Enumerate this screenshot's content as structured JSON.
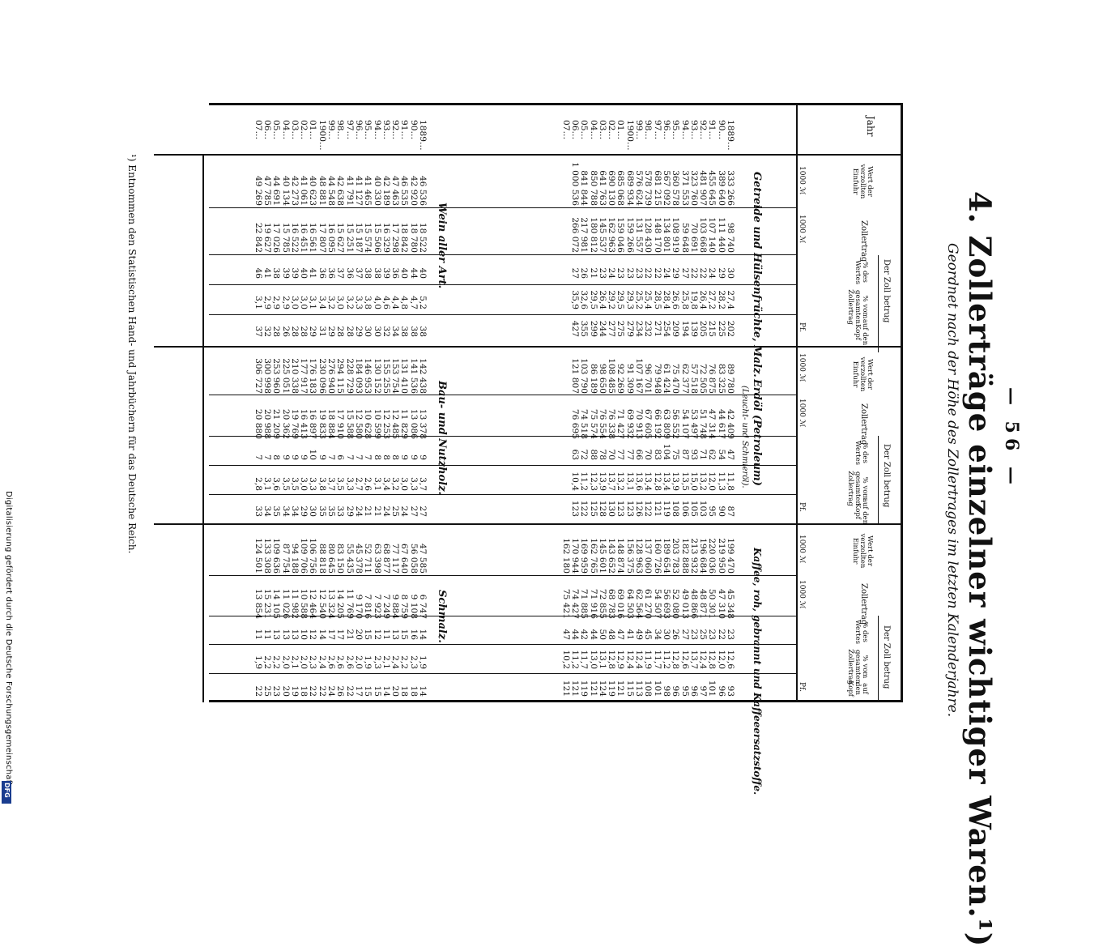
{
  "page_number": "— 56 —",
  "title": "4. Zollerträge einzelner wichtiger Waren.¹)",
  "subtitle": "Geordnet nach der Höhe des Zollertrages im letzten Kalenderjahre.",
  "header": {
    "year_label": "Jahr",
    "value_label": "Wert der verzollten Einfuhr",
    "duty_label": "Zollertrag",
    "duty_group_label": "Der Zoll betrug",
    "pct_value_label": "% des Wertes",
    "pct_total_label": "% vom gesamten Zollertrag",
    "per_head_label": "auf den Kopf",
    "unit_mark": "1000 ℳ",
    "unit_pf": "Pf."
  },
  "years_top": [
    "1889…",
    "90…",
    "91…",
    "92…",
    "93…",
    "94…",
    "95…",
    "96…",
    "97…",
    "98…",
    "99…",
    "1900…",
    "01…",
    "02…",
    "03…",
    "04…",
    "05…",
    "06…",
    "07…"
  ],
  "years_bottom": [
    "1889…",
    "90…",
    "91…",
    "92…",
    "93…",
    "94…",
    "95…",
    "96…",
    "97…",
    "98…",
    "99…",
    "1900…",
    "01…",
    "02…",
    "03…",
    "04…",
    "05…",
    "06…",
    "07…"
  ],
  "sections": {
    "getreide": {
      "label": "Getreide und Hülsenfrüchte, Malz.",
      "value": [
        "333 266",
        "389 640",
        "455 645",
        "481 907",
        "323 760",
        "371 553",
        "360 578",
        "567 092",
        "681 215",
        "578 739",
        "576 624",
        "689 934",
        "685 068",
        "690 130",
        "641 763",
        "850 788",
        "841 844",
        "1 000 536",
        "–"
      ],
      "duty": [
        "98 740",
        "111 440",
        "107 140",
        "103 668",
        "70 691",
        "59 648",
        "108 919",
        "134 801",
        "148 170",
        "128 430",
        "131 557",
        "159 266",
        "159 046",
        "162 963",
        "145 537",
        "180 812",
        "217 981",
        "266 072",
        "–"
      ],
      "pct_value": [
        "30",
        "29",
        "24",
        "22",
        "22",
        "27",
        "29",
        "24",
        "22",
        "22",
        "23",
        "23",
        "23",
        "24",
        "23",
        "21",
        "26",
        "27",
        "–"
      ],
      "pct_total": [
        "27,4",
        "28,2",
        "27,2",
        "26,4",
        "19,8",
        "25,8",
        "26,6",
        "28,4",
        "28,5",
        "25,4",
        "25,2",
        "29,3",
        "29,5",
        "29,2",
        "26,4",
        "29,5",
        "32,6",
        "35,9",
        "–"
      ],
      "per_head": [
        "202",
        "225",
        "215",
        "205",
        "139",
        "194",
        "209",
        "254",
        "271",
        "232",
        "234",
        "279",
        "275",
        "277",
        "244",
        "299",
        "355",
        "427",
        "–"
      ]
    },
    "erdoel": {
      "label": "Erdöl (Petroleum)",
      "sub": "(Leucht- und Schmieröl).",
      "value": [
        "89 780",
        "83 325",
        "76 875",
        "72 505",
        "57 518",
        "62 377",
        "75 470",
        "61 424",
        "79 948",
        "96 701",
        "107 167",
        "91 309",
        "92 269",
        "108 485",
        "98 650",
        "86 189",
        "103 790",
        "121 807",
        "–"
      ],
      "duty": [
        "42 409",
        "44 617",
        "47 314",
        "51 748",
        "53 497",
        "54 107",
        "56 552",
        "63 809",
        "66 192",
        "67 605",
        "70 913",
        "69 932",
        "71 427",
        "76 338",
        "76 554",
        "75 574",
        "74 518",
        "76 695",
        "–"
      ],
      "pct_value": [
        "47",
        "54",
        "62",
        "71",
        "93",
        "87",
        "75",
        "104",
        "83",
        "70",
        "66",
        "77",
        "77",
        "70",
        "78",
        "88",
        "72",
        "63",
        "–"
      ],
      "pct_total": [
        "11,8",
        "11,3",
        "12,0",
        "13,2",
        "15,0",
        "13,5",
        "13,9",
        "13,4",
        "12,8",
        "13,4",
        "13,6",
        "13,1",
        "13,2",
        "13,7",
        "13,9",
        "12,3",
        "11,2",
        "10,4",
        "–"
      ],
      "per_head": [
        "87",
        "90",
        "95",
        "103",
        "105",
        "106",
        "108",
        "119",
        "121",
        "122",
        "126",
        "123",
        "123",
        "130",
        "128",
        "125",
        "122",
        "123",
        "–"
      ]
    },
    "kaffee": {
      "label": "Kaffee, roh, gebrannt und Kaffeeersatzstoffe.",
      "value": [
        "199 470",
        "219 950",
        "220 036",
        "196 684",
        "213 932",
        "182 888",
        "203 783",
        "189 654",
        "160 726",
        "137 060",
        "128 963",
        "156 375",
        "148 874",
        "143 652",
        "145 601",
        "162 765",
        "169 959",
        "170 944",
        "162 180"
      ],
      "duty": [
        "45 348",
        "47 310",
        "50 301",
        "48 871",
        "48 866",
        "49 013",
        "52 080",
        "56 693",
        "54 507",
        "61 270",
        "62 564",
        "64 503",
        "69 016",
        "68 783",
        "72 855",
        "71 916",
        "71 885",
        "74 427",
        "75 421"
      ],
      "pct_value": [
        "23",
        "22",
        "23",
        "25",
        "23",
        "27",
        "26",
        "30",
        "34",
        "45",
        "49",
        "41",
        "47",
        "48",
        "50",
        "44",
        "42",
        "44",
        "47"
      ],
      "pct_total": [
        "12,6",
        "12,0",
        "12,8",
        "12,4",
        "13,7",
        "12,6",
        "12,8",
        "11,2",
        "11,7",
        "11,9",
        "12,4",
        "12,4",
        "12,9",
        "12,8",
        "13,1",
        "13,0",
        "11,7",
        "11,2",
        "10,2"
      ],
      "per_head": [
        "93",
        "96",
        "101",
        "97",
        "96",
        "95",
        "96",
        "98",
        "101",
        "108",
        "113",
        "115",
        "121",
        "119",
        "124",
        "121",
        "119",
        "121",
        "121"
      ]
    },
    "wein": {
      "label": "Wein aller Art.",
      "value": [
        "46 536",
        "42 920",
        "46 535",
        "47 463",
        "42 189",
        "40 330",
        "41 465",
        "41 127",
        "41 791",
        "42 638",
        "44 548",
        "48 881",
        "40 623",
        "41 061",
        "42 273",
        "40 134",
        "44 691",
        "47 785",
        "49 269"
      ],
      "duty": [
        "18 522",
        "18 780",
        "18 842",
        "17 298",
        "16 329",
        "15 506",
        "15 574",
        "15 187",
        "15 251",
        "15 627",
        "16 095",
        "17 807",
        "16 561",
        "16 451",
        "16 522",
        "15 785",
        "17 026",
        "19 627",
        "22 842"
      ],
      "pct_value": [
        "40",
        "44",
        "40",
        "36",
        "39",
        "38",
        "38",
        "37",
        "36",
        "37",
        "36",
        "36",
        "41",
        "40",
        "39",
        "39",
        "38",
        "41",
        "46"
      ],
      "pct_total": [
        "5,2",
        "4,7",
        "4,8",
        "4,4",
        "4,6",
        "4,0",
        "3,8",
        "3,3",
        "3,2",
        "3,0",
        "3,2",
        "3,4",
        "3,1",
        "3,0",
        "3,0",
        "2,9",
        "2,9",
        "2,9",
        "3,1"
      ],
      "per_head": [
        "38",
        "38",
        "38",
        "34",
        "32",
        "30",
        "30",
        "29",
        "28",
        "28",
        "29",
        "31",
        "29",
        "28",
        "28",
        "26",
        "28",
        "32",
        "37"
      ]
    },
    "bauholz": {
      "label": "Bau- und Nutzholz.",
      "value": [
        "142 438",
        "141 536",
        "131 410",
        "153 754",
        "155 255",
        "130 152",
        "146 953",
        "184 093",
        "228 729",
        "294 115",
        "276 940",
        "230 096",
        "176 183",
        "177 917",
        "210 338",
        "225 051",
        "253 960",
        "300 998",
        "306 727"
      ],
      "duty": [
        "13 378",
        "13 086",
        "11 829",
        "12 485",
        "12 253",
        "10 599",
        "10 628",
        "12 580",
        "15 588",
        "17 910",
        "18 884",
        "19 833",
        "16 897",
        "16 413",
        "19 769",
        "20 362",
        "21 209",
        "20 988",
        "20 880"
      ],
      "pct_value": [
        "9",
        "9",
        "9",
        "8",
        "8",
        "8",
        "7",
        "7",
        "7",
        "6",
        "7",
        "9",
        "10",
        "9",
        "9",
        "9",
        "8",
        "7",
        "7"
      ],
      "pct_total": [
        "3,7",
        "3,3",
        "3,0",
        "3,2",
        "3,4",
        "3,1",
        "2,6",
        "2,7",
        "3,3",
        "3,5",
        "3,7",
        "3,8",
        "3,3",
        "3,0",
        "3,5",
        "3,5",
        "3,6",
        "3,1",
        "2,8"
      ],
      "per_head": [
        "27",
        "27",
        "24",
        "25",
        "24",
        "21",
        "21",
        "24",
        "29",
        "33",
        "35",
        "35",
        "30",
        "29",
        "34",
        "34",
        "35",
        "34",
        "33"
      ]
    },
    "schmalz": {
      "label": "Schmalz.",
      "value": [
        "47 585",
        "56 058",
        "67 640",
        "77 117",
        "68 877",
        "63 398",
        "52 711",
        "45 378",
        "55 435",
        "83 150",
        "80 645",
        "88 818",
        "106 756",
        "109 706",
        "94 188",
        "87 754",
        "109 636",
        "133 308",
        "124 501"
      ],
      "duty": [
        "6 747",
        "9 108",
        "8 759",
        "9 884",
        "7 249",
        "7 923",
        "7 816",
        "9 170",
        "11 769",
        "14 205",
        "13 324",
        "12 540",
        "12 464",
        "10 588",
        "11 982",
        "11 026",
        "14 105",
        "15 231",
        "13 854"
      ],
      "pct_value": [
        "14",
        "16",
        "15",
        "13",
        "11",
        "12",
        "15",
        "20",
        "21",
        "17",
        "17",
        "14",
        "12",
        "10",
        "13",
        "13",
        "13",
        "11",
        "11"
      ],
      "pct_total": [
        "1,9",
        "2,3",
        "2,2",
        "2,4",
        "2,1",
        "2,3",
        "1,9",
        "2,0",
        "2,6",
        "2,6",
        "2,6",
        "2,4",
        "2,3",
        "2,0",
        "2,1",
        "2,0",
        "2,2",
        "2,2",
        "1,9"
      ],
      "per_head": [
        "14",
        "18",
        "18",
        "20",
        "14",
        "15",
        "15",
        "17",
        "22",
        "26",
        "24",
        "22",
        "22",
        "18",
        "19",
        "20",
        "23",
        "25",
        "22"
      ]
    }
  },
  "footnote": "¹) Entnommen den Statistischen Hand- und Jahrbüchern für das Deutsche Reich.",
  "credit": "Digitalisierung gefördert durch die Deutsche Forschungsgemeinschaft",
  "logo_text": "DFG"
}
